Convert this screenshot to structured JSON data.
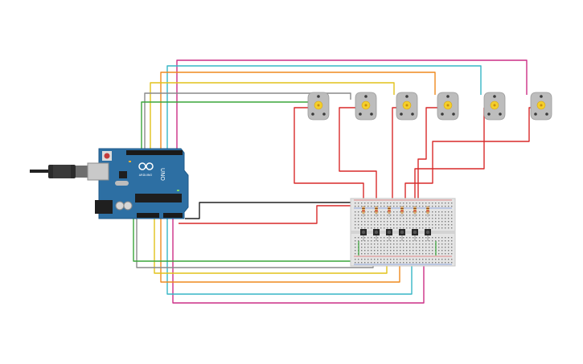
{
  "board": {
    "logo_text": "ARDUINO",
    "model_text": "UNO"
  },
  "components": {
    "motor_count": 6,
    "pushbutton_count": 6
  },
  "colors": {
    "background": "#ffffff",
    "board_blue": "#2d6fa3",
    "wire_red": "#d82a2a",
    "wire_black": "#222222",
    "wire_green": "#3aa63a",
    "wire_gray": "#8a8a8a",
    "wire_yellow": "#e2c21a",
    "wire_orange": "#ef8a1e",
    "wire_cyan": "#37b6c6",
    "wire_magenta": "#cc2f86",
    "motor_body": "#bdbdbd",
    "motor_hub": "#f4cf2a",
    "breadboard": "#e4e4e4"
  }
}
